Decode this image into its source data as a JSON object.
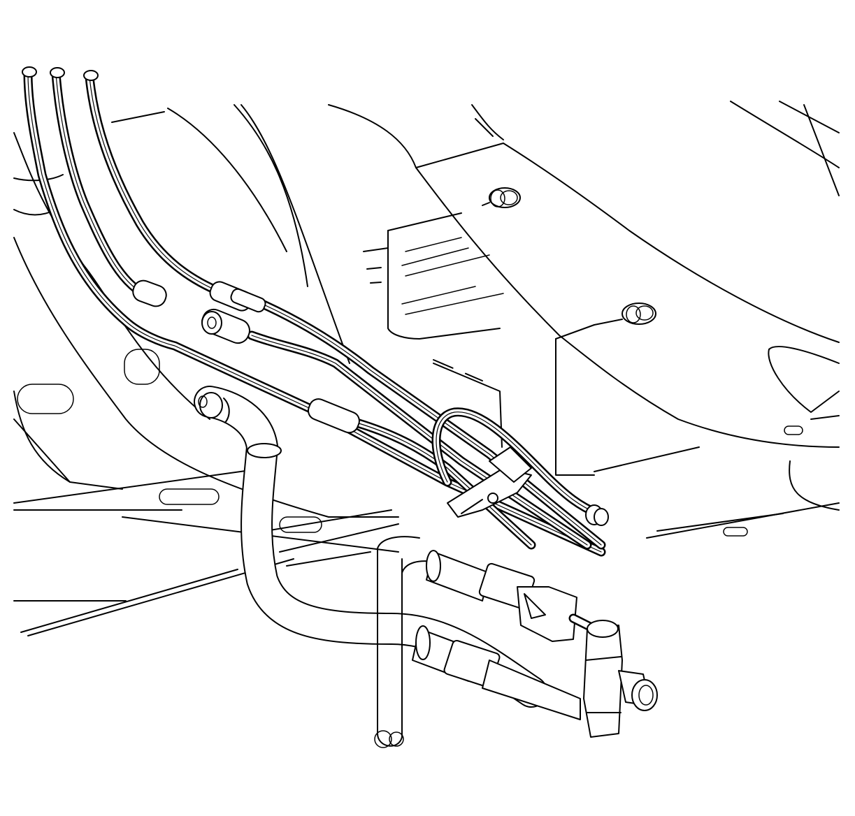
{
  "figure": {
    "kind": "line-art",
    "colors": {
      "ink": "#000000",
      "paper": "#ffffff"
    },
    "components": [
      "vehicle-underbody-panel",
      "brake-lines",
      "fuel-lines",
      "line-retainer-clip",
      "flexible-hose",
      "tee-fitting",
      "threaded-nut-fitting"
    ]
  }
}
